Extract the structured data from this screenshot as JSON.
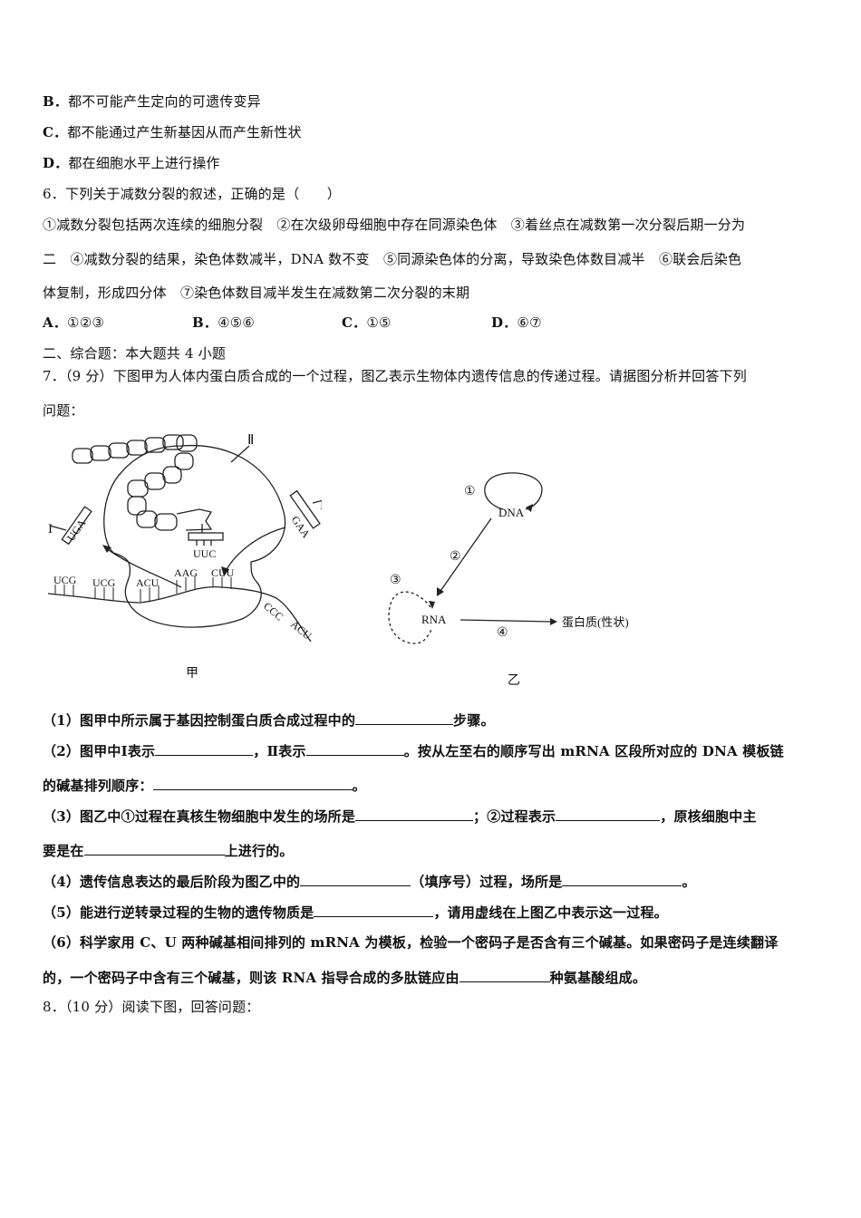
{
  "q5_options": {
    "B": {
      "letter": "B．",
      "text": "都不可能产生定向的可遗传变异"
    },
    "C": {
      "letter": "C．",
      "text": "都不能通过产生新基因从而产生新性状"
    },
    "D": {
      "letter": "D．",
      "text": "都在细胞水平上进行操作"
    }
  },
  "q6": {
    "stem": "6．下列关于减数分裂的叙述，正确的是（　　）",
    "statements_line1": "①减数分裂包括两次连续的细胞分裂　②在次级卵母细胞中存在同源染色体　③着丝点在减数第一次分裂后期一分为",
    "statements_line2": "二　④减数分裂的结果，染色体数减半，DNA 数不变　⑤同源染色体的分离，导致染色体数目减半　⑥联会后染色",
    "statements_line3": "体复制，形成四分体　⑦染色体数目减半发生在减数第二次分裂的末期",
    "options": [
      {
        "letter": "A．",
        "text": "①②③"
      },
      {
        "letter": "B．",
        "text": "④⑤⑥"
      },
      {
        "letter": "C．",
        "text": "①⑤"
      },
      {
        "letter": "D．",
        "text": "⑥⑦"
      }
    ]
  },
  "section2": {
    "heading": "二、综合题：本大题共 4 小题"
  },
  "q7": {
    "stem_line1": "7．（9 分）下图甲为人体内蛋白质合成的一个过程，图乙表示生物体内遗传信息的传递过程。请据图分析并回答下列",
    "stem_line2": "问题：",
    "figure_jia": {
      "caption": "甲",
      "label_I": "I",
      "label_II": "Ⅱ",
      "trna_anticodons": [
        "UGA",
        "UUC",
        "GAA"
      ],
      "mrna_codons": [
        "UCG",
        "UCG",
        "ACU",
        "AAG",
        "CUU",
        "CCC",
        "ACU"
      ]
    },
    "figure_yi": {
      "caption": "乙",
      "dna": "DNA",
      "rna": "RNA",
      "protein": "蛋白质(性状)",
      "step1": "①",
      "step2": "②",
      "step3": "③",
      "step4": "④"
    },
    "sub1": {
      "before": "（1）图甲中所示属于基因控制蛋白质合成过程中的",
      "after": "步骤。"
    },
    "sub2": {
      "part1": "（2）图甲中Ⅰ表示",
      "part2": "，Ⅱ表示",
      "part3": "。按从左至右的顺序写出 mRNA 区段所对应的 DNA 模板链",
      "line2_before": "的碱基排列顺序：",
      "line2_after": "。"
    },
    "sub3": {
      "part1": "（3）图乙中①过程在真核生物细胞中发生的场所是",
      "part2": "；②过程表示",
      "part3": "，原核细胞中主",
      "line2_before": "要是在",
      "line2_after": "上进行的。"
    },
    "sub4": {
      "part1": "（4）遗传信息表达的最后阶段为图乙中的",
      "part2": "（填序号）过程，场所是",
      "part3": "。"
    },
    "sub5": {
      "part1": "（5）能进行逆转录过程的生物的遗传物质是",
      "part2": "，请用虚线在上图乙中表示这一过程。"
    },
    "sub6": {
      "line1": "（6）科学家用 C、U 两种碱基相间排列的 mRNA 为模板，检验一个密码子是否含有三个碱基。如果密码子是连续翻译",
      "line2_before": "的，一个密码子中含有三个碱基，则该 RNA 指导合成的多肽链应由",
      "line2_after": "种氨基酸组成。"
    }
  },
  "q8": {
    "stem": "8．（10 分）阅读下图，回答问题："
  }
}
